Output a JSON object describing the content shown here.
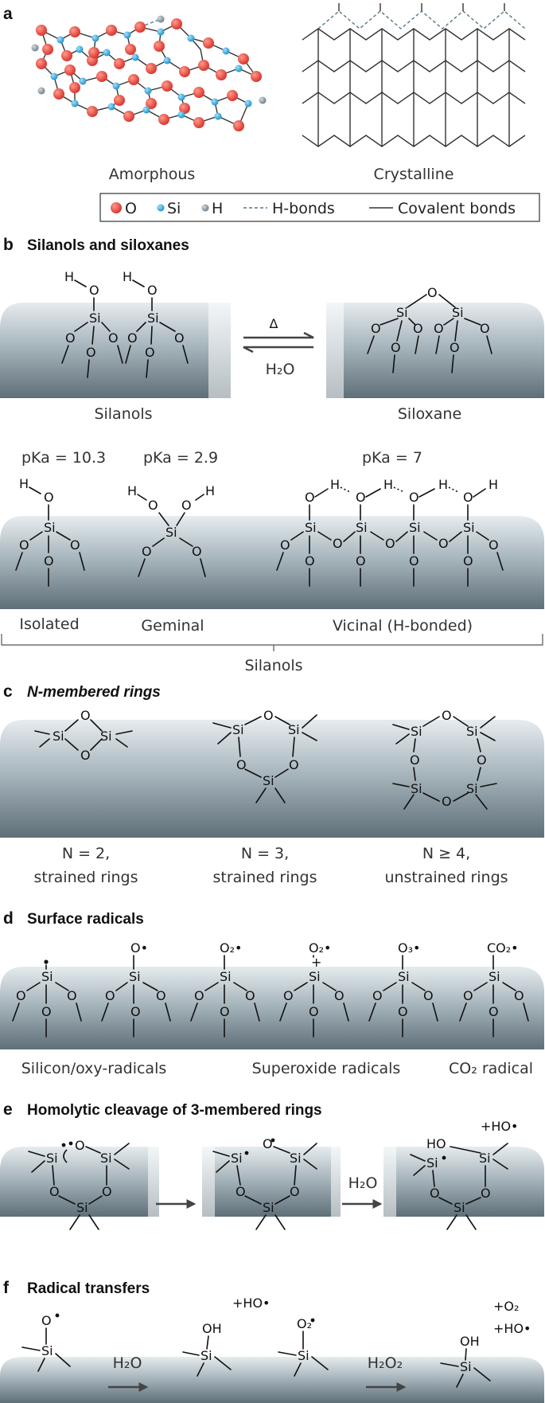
{
  "panels": {
    "a": {
      "letter": "a",
      "captions": [
        "Amorphous",
        "Crystalline"
      ],
      "legend": {
        "o": "O",
        "si": "Si",
        "h": "H",
        "hbond": "H-bonds",
        "covalent": "Covalent bonds"
      }
    },
    "b": {
      "letter": "b",
      "title": "Silanols and siloxanes",
      "heat": "Δ",
      "water": "H₂O",
      "left_caption": "Silanols",
      "right_caption": "Siloxane",
      "pka": [
        "pKa = 10.3",
        "pKa = 2.9",
        "pKa = 7"
      ],
      "types": [
        "Isolated",
        "Geminal",
        "Vicinal (H-bonded)"
      ],
      "group_caption": "Silanols"
    },
    "c": {
      "letter": "c",
      "title": "N-membered rings",
      "captions": [
        {
          "n": "N = 2,",
          "desc": "strained rings"
        },
        {
          "n": "N = 3,",
          "desc": "strained rings"
        },
        {
          "n": "N ≥ 4,",
          "desc": "unstrained rings"
        }
      ]
    },
    "d": {
      "letter": "d",
      "title": "Surface radicals",
      "captions": [
        "Silicon/oxy-radicals",
        "Superoxide radicals",
        "CO₂ radical"
      ],
      "species": [
        "O•",
        "O₂•",
        "O₂•",
        "O₃•",
        "CO₂•"
      ]
    },
    "e": {
      "letter": "e",
      "title": "Homolytic cleavage of 3-membered rings",
      "water": "H₂O",
      "product": "+HO•"
    },
    "f": {
      "letter": "f",
      "title": "Radical transfers",
      "water": "H₂O",
      "peroxide": "H₂O₂",
      "product1": "+HO•",
      "product2a": "+O₂",
      "product2b": "+HO•"
    }
  },
  "colors": {
    "oxygen": "#e8413a",
    "silicon": "#2ea8dc",
    "hydrogen": "#8a96a0",
    "surface": "#9fb0b8"
  }
}
